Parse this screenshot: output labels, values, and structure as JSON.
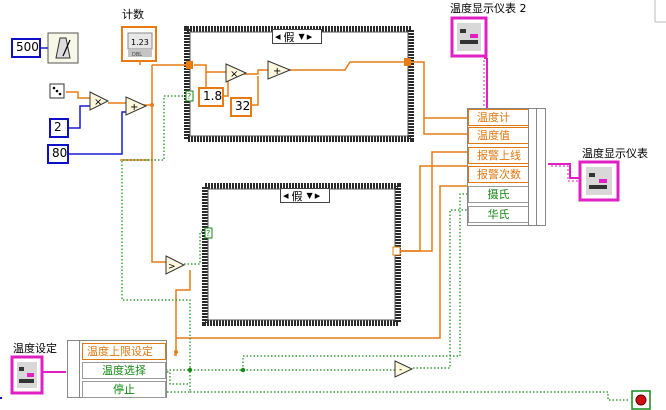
{
  "labels": {
    "counter": "计数",
    "meter2": "温度显示仪表 2",
    "meter": "温度显示仪表",
    "setting": "温度设定"
  },
  "constants": {
    "wait_ms": "500",
    "mult": "2",
    "offset": "80",
    "factor": "1.8",
    "add32": "32",
    "counter_icon": "1.23"
  },
  "case_selectors": {
    "top": "假",
    "bottom": "假"
  },
  "bundle_right": {
    "rows": [
      "温度计",
      "温度值",
      "报警上线",
      "报警次数",
      "摄氏",
      "华氏"
    ]
  },
  "bundle_left": {
    "rows": [
      "温度上限设定",
      "温度选择",
      "停止"
    ]
  },
  "icons": {
    "metronome": "metronome-icon",
    "dice": "dice-icon",
    "stop": "stop-terminal-icon",
    "cluster_ctrl": "cluster-control-icon",
    "cluster_ind": "cluster-indicator-icon"
  },
  "colors": {
    "blue_wire": "#1a1ad0",
    "orange_wire": "#e87c12",
    "green_wire": "#138a13",
    "pink_wire": "#e020c0"
  }
}
